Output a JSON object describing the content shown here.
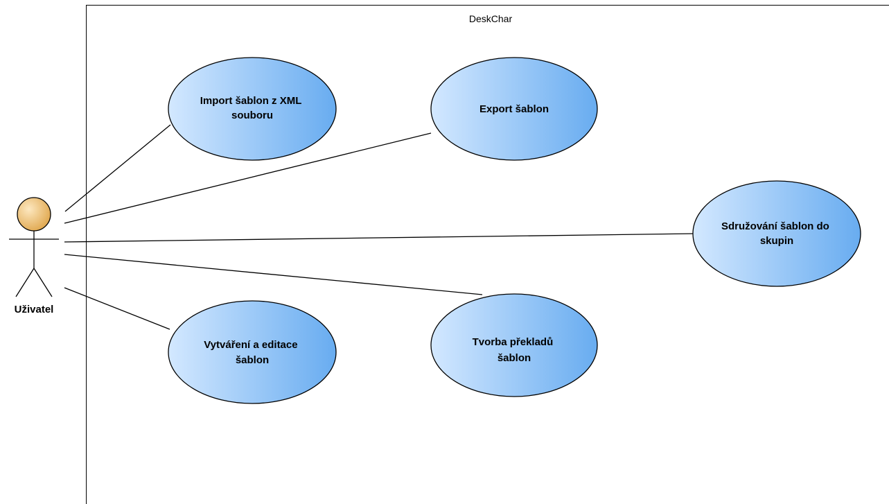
{
  "system": {
    "title": "DeskChar"
  },
  "actor": {
    "name": "Uživatel",
    "icon": "stick-figure-icon",
    "head_color": "#f0c070"
  },
  "colors": {
    "usecase_fill_light": "#cfe6ff",
    "usecase_fill_dark": "#6aaef0",
    "line": "#000000"
  },
  "use_cases": [
    {
      "id": "import",
      "lines": [
        "Import šablon z XML",
        "souboru"
      ]
    },
    {
      "id": "export",
      "lines": [
        "Export šablon"
      ]
    },
    {
      "id": "group",
      "lines": [
        "Sdružování šablon do",
        "skupin"
      ]
    },
    {
      "id": "create",
      "lines": [
        "Vytváření a editace",
        "šablon"
      ]
    },
    {
      "id": "translate",
      "lines": [
        "Tvorba překladů",
        "šablon"
      ]
    }
  ]
}
